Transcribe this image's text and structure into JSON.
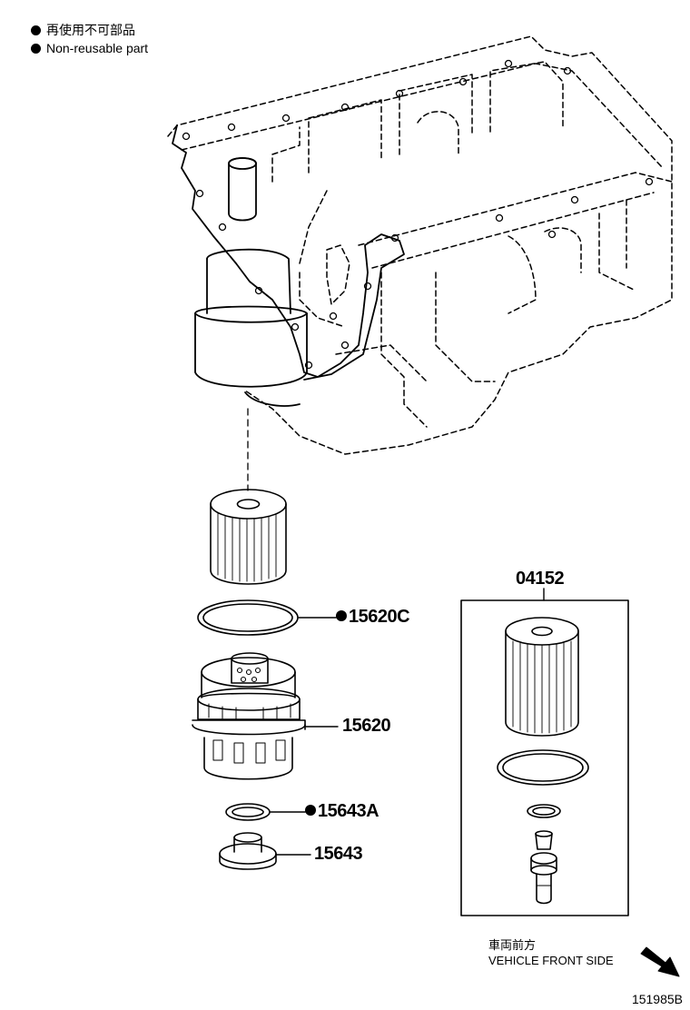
{
  "legend": {
    "ja": "再使用不可部品",
    "en": "Non-reusable part"
  },
  "callouts": {
    "gasket": "15620C",
    "housing": "15620",
    "washer": "15643A",
    "plug": "15643",
    "kit": "04152"
  },
  "front_side": {
    "ja": "車両前方",
    "en": "VEHICLE FRONT SIDE"
  },
  "diagram_id": "151985B"
}
